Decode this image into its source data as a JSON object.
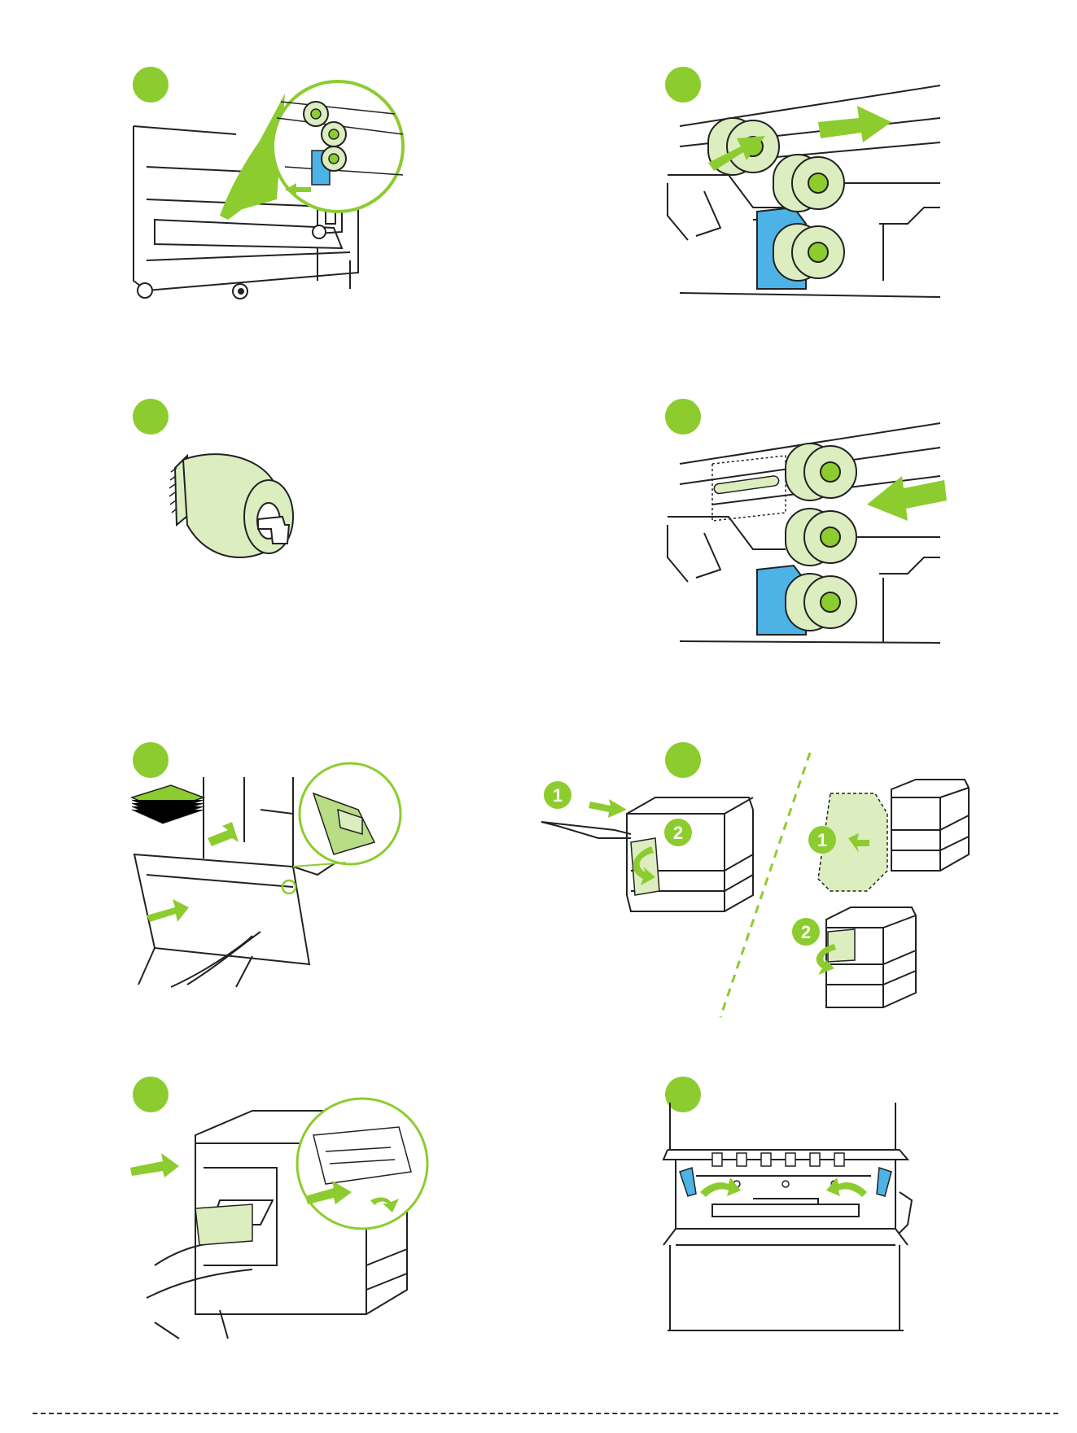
{
  "page": {
    "kind": "printer maintenance illustrations"
  },
  "colors": {
    "accent_green": "#8ccc2f",
    "roller_fill": "#dcedc0",
    "callout_blue": "#4db3e6",
    "line": "#222222"
  },
  "steps": [
    {
      "icon": "roller-callout-icon"
    },
    {
      "icon": "roller-slide-icon"
    },
    {
      "icon": "pickup-roller-icon"
    },
    {
      "icon": "roller-install-icon"
    },
    {
      "icon": "paper-tray-icon"
    },
    {
      "icon": "printer-door-icon"
    },
    {
      "icon": "fuser-removal-icon"
    },
    {
      "icon": "fuser-levers-icon"
    }
  ],
  "substep_badges": {
    "first": "1",
    "second": "2"
  }
}
